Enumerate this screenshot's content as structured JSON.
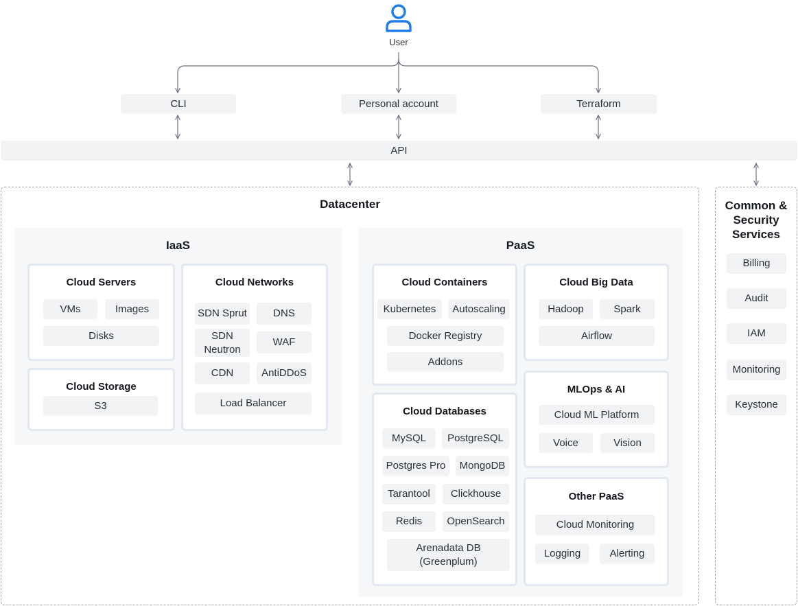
{
  "user": {
    "label": "User",
    "icon": "user-icon"
  },
  "clients": {
    "cli": "CLI",
    "personal_account": "Personal account",
    "terraform": "Terraform"
  },
  "api": "API",
  "datacenter": {
    "title": "Datacenter",
    "iaas": {
      "title": "IaaS",
      "cloud_servers": {
        "title": "Cloud Servers",
        "items": [
          "VMs",
          "Images",
          "Disks"
        ]
      },
      "cloud_storage": {
        "title": "Cloud Storage",
        "items": [
          "S3"
        ]
      },
      "cloud_networks": {
        "title": "Cloud Networks",
        "items": [
          "SDN Sprut",
          "DNS",
          "SDN Neutron",
          "WAF",
          "CDN",
          "AntiDDoS",
          "Load Balancer"
        ]
      }
    },
    "paas": {
      "title": "PaaS",
      "cloud_containers": {
        "title": "Cloud Containers",
        "items": [
          "Kubernetes",
          "Autoscaling",
          "Docker Registry",
          "Addons"
        ]
      },
      "cloud_big_data": {
        "title": "Cloud Big Data",
        "items": [
          "Hadoop",
          "Spark",
          "Airflow"
        ]
      },
      "cloud_databases": {
        "title": "Cloud Databases",
        "items": [
          "MySQL",
          "PostgreSQL",
          "Postgres Pro",
          "MongoDB",
          "Tarantool",
          "Clickhouse",
          "Redis",
          "OpenSearch",
          "Arenadata DB (Greenplum)"
        ]
      },
      "mlops_ai": {
        "title": "MLOps & AI",
        "items": [
          "Cloud ML Platform",
          "Voice",
          "Vision"
        ]
      },
      "other_paas": {
        "title": "Other PaaS",
        "items": [
          "Cloud Monitoring",
          "Logging",
          "Alerting"
        ]
      }
    }
  },
  "common": {
    "title": "Common & Security Services",
    "items": [
      "Billing",
      "Audit",
      "IAM",
      "Monitoring",
      "Keystone"
    ]
  },
  "colors": {
    "icon_blue": "#1f7ee8",
    "chip_bg": "#f2f3f5",
    "region_bg": "#f6f7f9",
    "card_border": "#e3e7f0",
    "arrow": "#6b7180"
  }
}
